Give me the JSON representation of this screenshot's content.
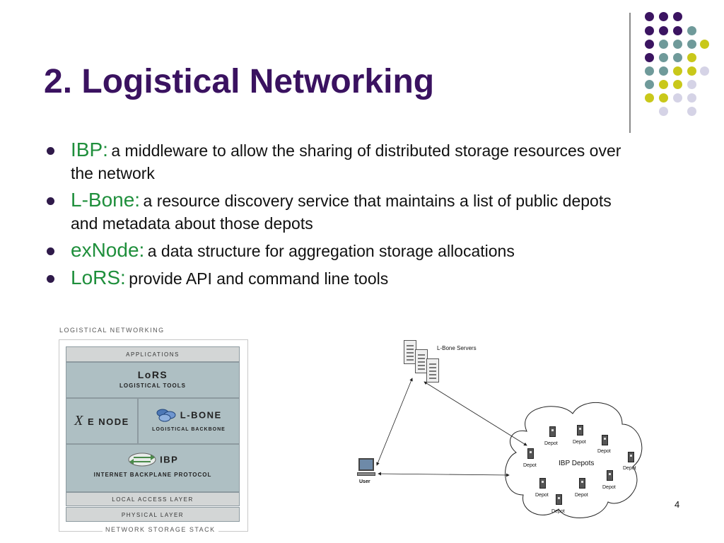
{
  "slide": {
    "title": "2. Logistical Networking",
    "page_number": "4",
    "bullets": [
      {
        "term": "IBP:",
        "description": "a middleware to allow the sharing of distributed storage resources over the network"
      },
      {
        "term": "L-Bone:",
        "description": "a resource discovery service that maintains a list of public depots and metadata about those depots"
      },
      {
        "term": "exNode:",
        "description": "a data structure for aggregation storage allocations"
      },
      {
        "term": "LoRS:",
        "description": "provide API and command line tools"
      }
    ]
  },
  "stack_figure": {
    "caption_top": "LOGISTICAL NETWORKING",
    "caption_bottom": "NETWORK STORAGE STACK",
    "applications": "APPLICATIONS",
    "lors_name": "LoRS",
    "lors_sub": "LOGISTICAL TOOLS",
    "exnode_x": "X",
    "exnode_text": "E NODE",
    "lbone_name": "L-BONE",
    "lbone_sub": "LOGISTICAL BACKBONE",
    "ibp_name": "IBP",
    "ibp_sub": "INTERNET BACKPLANE PROTOCOL",
    "local_access": "LOCAL ACCESS LAYER",
    "physical": "PHYSICAL LAYER"
  },
  "network_figure": {
    "servers_label": "L-Bone Servers",
    "user_label": "User",
    "cloud_label": "IBP Depots",
    "depot_label": "Depot"
  },
  "colors": {
    "title": "#3a1260",
    "term": "#1f8f3c",
    "dot_purple": "#3b1461",
    "dot_teal": "#6f9a9a",
    "dot_yellow": "#c9c81a",
    "dot_lavender": "#d5d3e6"
  }
}
